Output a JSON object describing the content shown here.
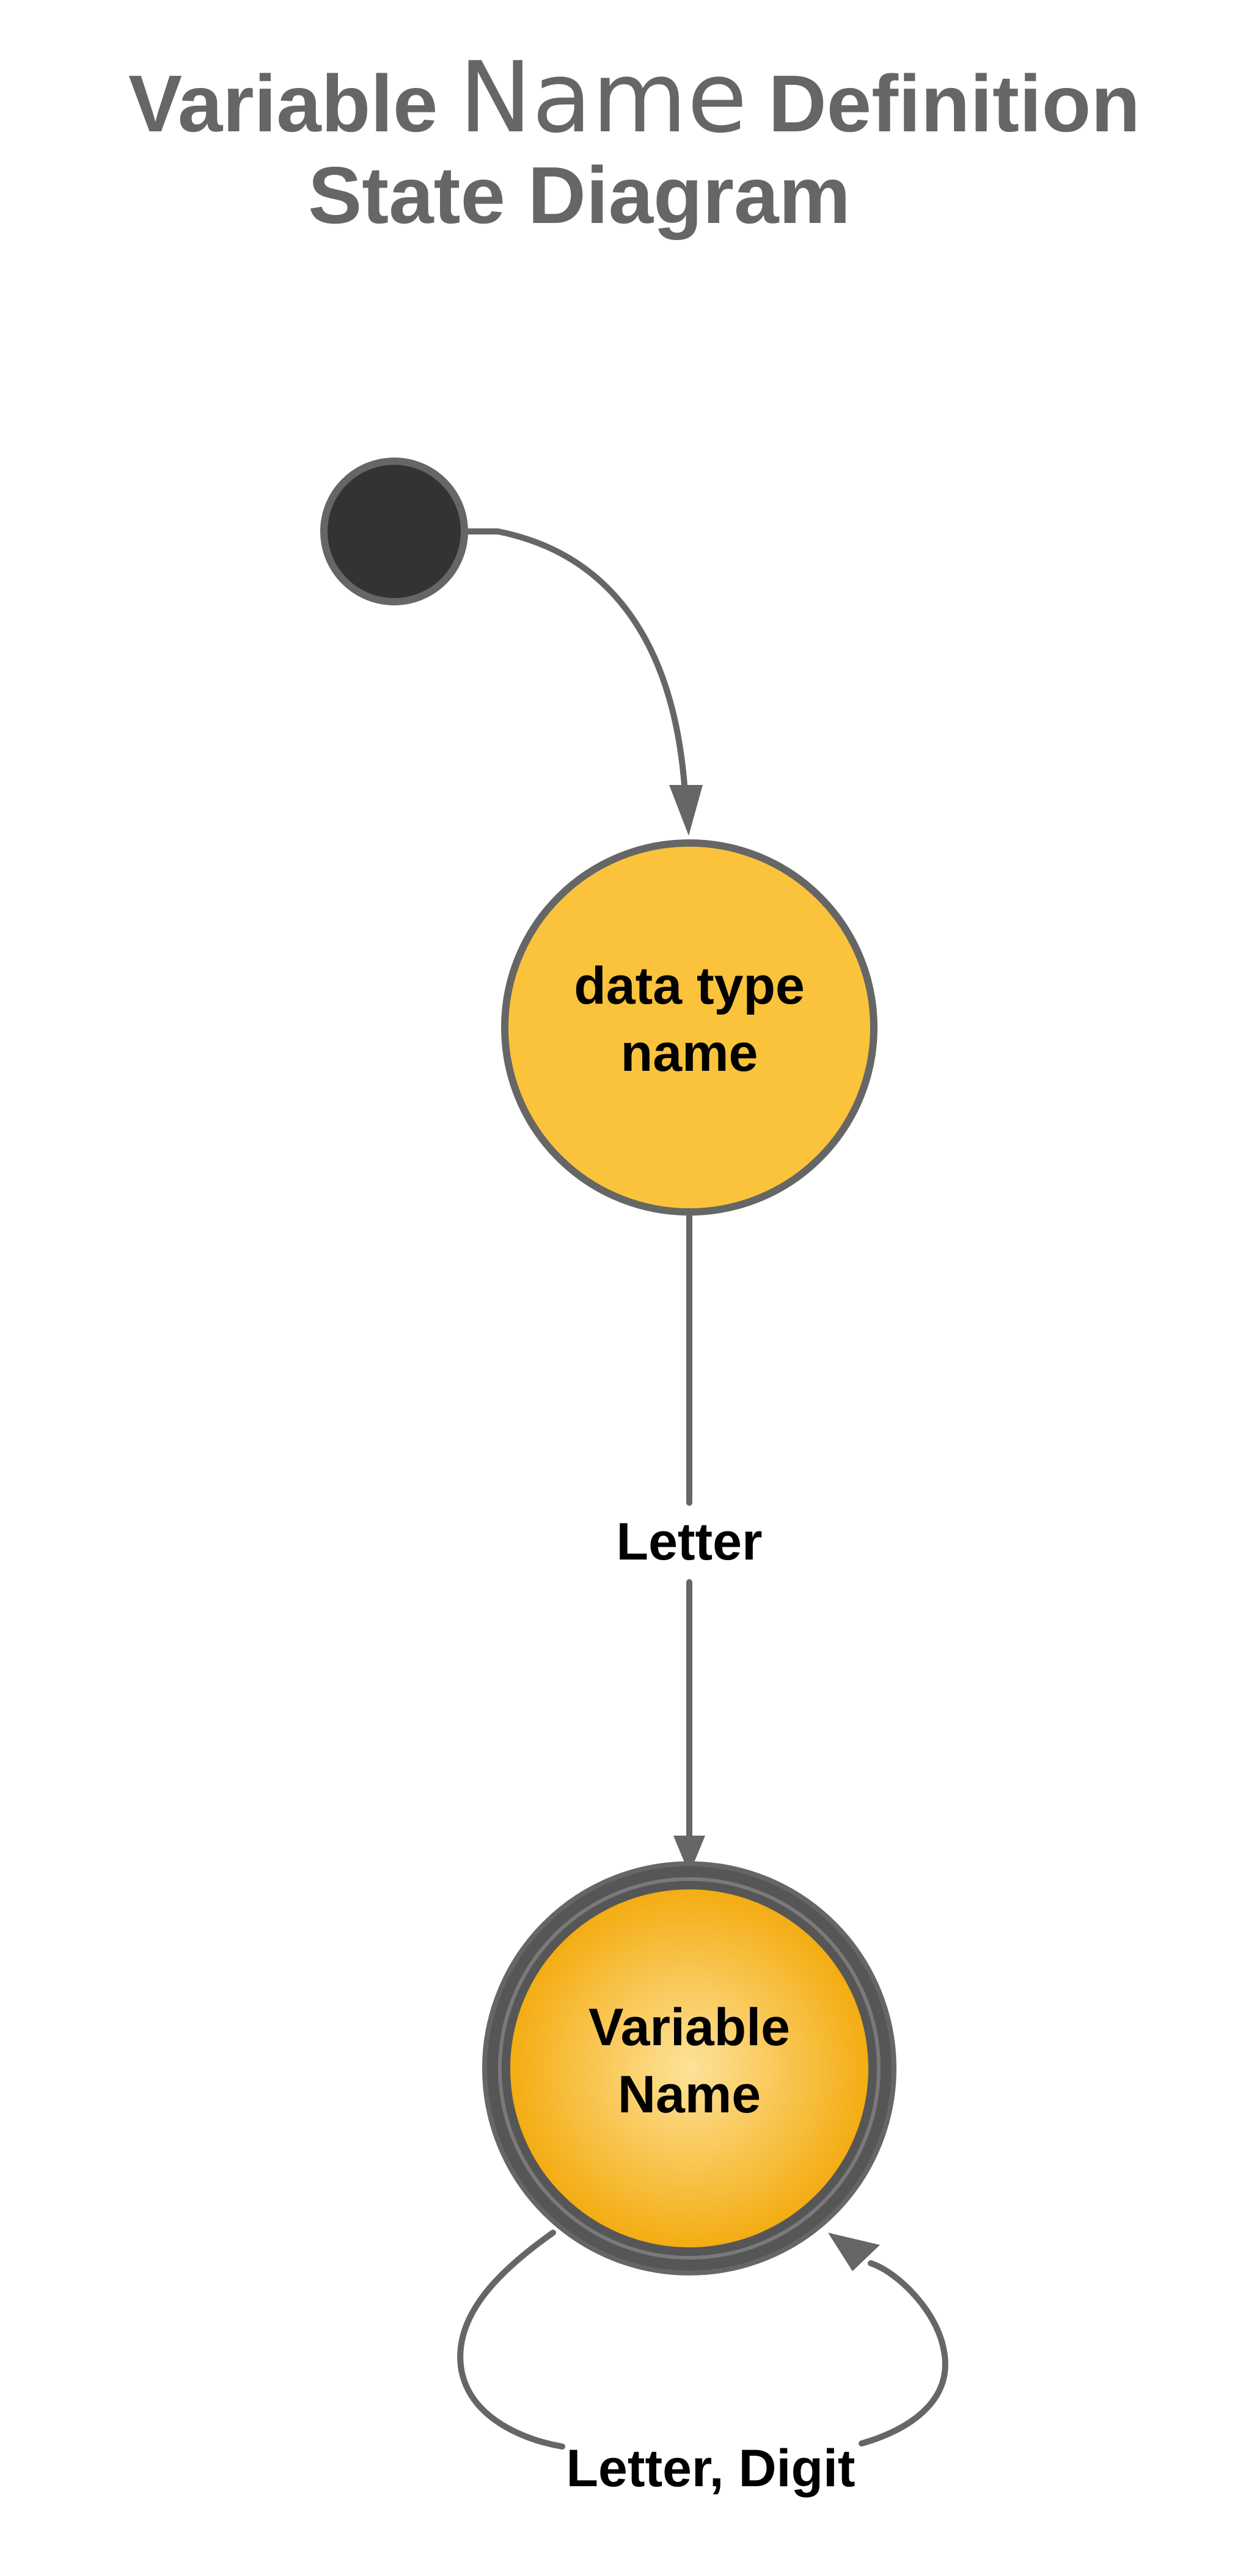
{
  "title": {
    "part1": "Variable",
    "part2": "Name",
    "part3": "Definition",
    "line2": "State Diagram"
  },
  "states": [
    {
      "id": "initial",
      "type": "initial"
    },
    {
      "id": "data_type_name",
      "type": "state",
      "label_line1": "data type",
      "label_line2": "name"
    },
    {
      "id": "variable_name",
      "type": "final",
      "label_line1": "Variable",
      "label_line2": "Name"
    }
  ],
  "transitions": [
    {
      "from": "initial",
      "to": "data_type_name",
      "label": ""
    },
    {
      "from": "data_type_name",
      "to": "variable_name",
      "label": "Letter"
    },
    {
      "from": "variable_name",
      "to": "variable_name",
      "label": "Letter, Digit"
    }
  ],
  "colors": {
    "state_fill": "#fbc33c",
    "final_fill_center": "#fee29a",
    "final_fill_edge": "#f4ad13",
    "outline": "#666666",
    "final_outline": "#565656",
    "initial_fill": "#333333",
    "title": "#666666",
    "label": "#000000"
  }
}
